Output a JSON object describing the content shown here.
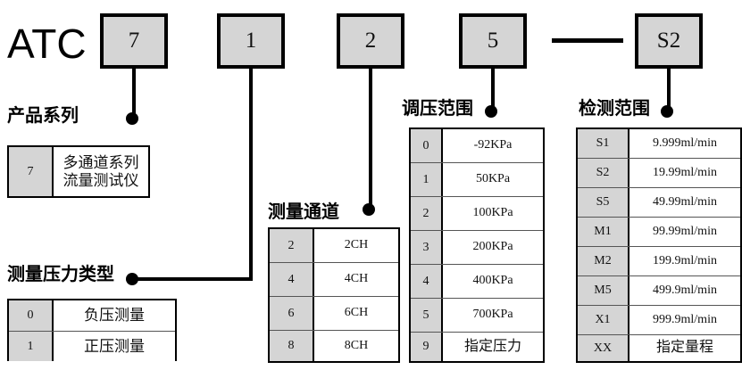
{
  "model": {
    "prefix": "ATC",
    "segments": [
      {
        "name": "product-series",
        "value": "7"
      },
      {
        "name": "pressure-type",
        "value": "1"
      },
      {
        "name": "measure-channel",
        "value": "2"
      },
      {
        "name": "pressure-range",
        "value": "5"
      },
      {
        "name": "detect-range",
        "value": "S2"
      }
    ],
    "separator": "—"
  },
  "groups": {
    "product_series": {
      "title": "产品系列",
      "rows": [
        {
          "code": "7",
          "desc": "多通道系列\n流量测试仪"
        }
      ]
    },
    "pressure_type": {
      "title": "测量压力类型",
      "rows": [
        {
          "code": "0",
          "desc": "负压测量"
        },
        {
          "code": "1",
          "desc": "正压测量"
        }
      ]
    },
    "measure_channel": {
      "title": "测量通道",
      "rows": [
        {
          "code": "2",
          "desc": "2CH"
        },
        {
          "code": "4",
          "desc": "4CH"
        },
        {
          "code": "6",
          "desc": "6CH"
        },
        {
          "code": "8",
          "desc": "8CH"
        }
      ]
    },
    "pressure_range": {
      "title": "调压范围",
      "rows": [
        {
          "code": "0",
          "desc": "-92KPa"
        },
        {
          "code": "1",
          "desc": "50KPa"
        },
        {
          "code": "2",
          "desc": "100KPa"
        },
        {
          "code": "3",
          "desc": "200KPa"
        },
        {
          "code": "4",
          "desc": "400KPa"
        },
        {
          "code": "5",
          "desc": "700KPa"
        },
        {
          "code": "9",
          "desc": "指定压力"
        }
      ]
    },
    "detect_range": {
      "title": "检测范围",
      "rows": [
        {
          "code": "S1",
          "desc": "9.999ml/min"
        },
        {
          "code": "S2",
          "desc": "19.99ml/min"
        },
        {
          "code": "S5",
          "desc": "49.99ml/min"
        },
        {
          "code": "M1",
          "desc": "99.99ml/min"
        },
        {
          "code": "M2",
          "desc": "199.9ml/min"
        },
        {
          "code": "M5",
          "desc": "499.9ml/min"
        },
        {
          "code": "X1",
          "desc": "999.9ml/min"
        },
        {
          "code": "XX",
          "desc": "指定量程"
        }
      ]
    }
  },
  "colors": {
    "code_fill": "#d5d5d5",
    "line": "#000000",
    "page_bg": "#ffffff"
  }
}
